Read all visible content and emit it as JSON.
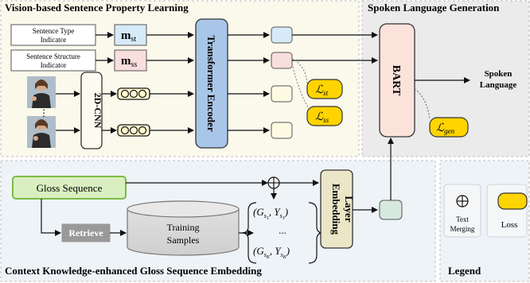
{
  "panels": {
    "top_left_title": "Vision-based Sentence Property Learning",
    "top_right_title": "Spoken Language Generation",
    "bottom_title": "Context Knowledge-enhanced Gloss Sequence Embedding",
    "legend_title": "Legend"
  },
  "inputs": {
    "type_indicator_line1": "Sentence Type",
    "type_indicator_line2": "Indicator",
    "structure_indicator_line1": "Sentence Structure",
    "structure_indicator_line2": "Indicator",
    "m_st": "m",
    "m_st_sub": "st",
    "m_ss": "m",
    "m_ss_sub": "ss",
    "video_ellipsis": "⋮"
  },
  "modules": {
    "cnn": "2D-CNN",
    "transformer": "Transformer Encoder",
    "bart": "BART",
    "embedding_line1": "Embedding",
    "embedding_line2": "Layer",
    "gloss_sequence": "Gloss Sequence",
    "retrieve": "Retrieve",
    "training_samples_line1": "Training",
    "training_samples_line2": "Samples"
  },
  "losses": {
    "l_st_main": "ℒ",
    "l_st_sub": "st",
    "l_ss_main": "ℒ",
    "l_ss_sub": "ss",
    "l_gen_main": "ℒ",
    "l_gen_sub": "gen"
  },
  "outputs": {
    "spoken_line1": "Spoken",
    "spoken_line2": "Language"
  },
  "set_notation": {
    "first": "(G",
    "first_sub": "s",
    "first_subsub": "1",
    "first_mid": ", Y",
    "ellipsis": "...",
    "last": "(G",
    "last_sub": "s",
    "last_subsub": "K",
    "last_mid": ", Y"
  },
  "legend": {
    "text_merging_line1": "Text",
    "text_merging_line2": "Merging",
    "loss": "Loss"
  },
  "colors": {
    "panel_top_fill": "#fbf8ec",
    "panel_right_fill": "#ebebeb",
    "panel_bottom_fill": "#eef3f8",
    "transformer": "#a9c6e8",
    "bart": "#fbe3dc",
    "embedding": "#ece6c8",
    "gloss": "#d9efc0",
    "gloss_border": "#7dbb45",
    "retrieve": "#999999",
    "loss_fill": "#ffd400",
    "token_blue": "#d6ebf7",
    "token_pink": "#f9dede",
    "token_cream": "#fefbe3",
    "token_green": "#d7e8df"
  }
}
